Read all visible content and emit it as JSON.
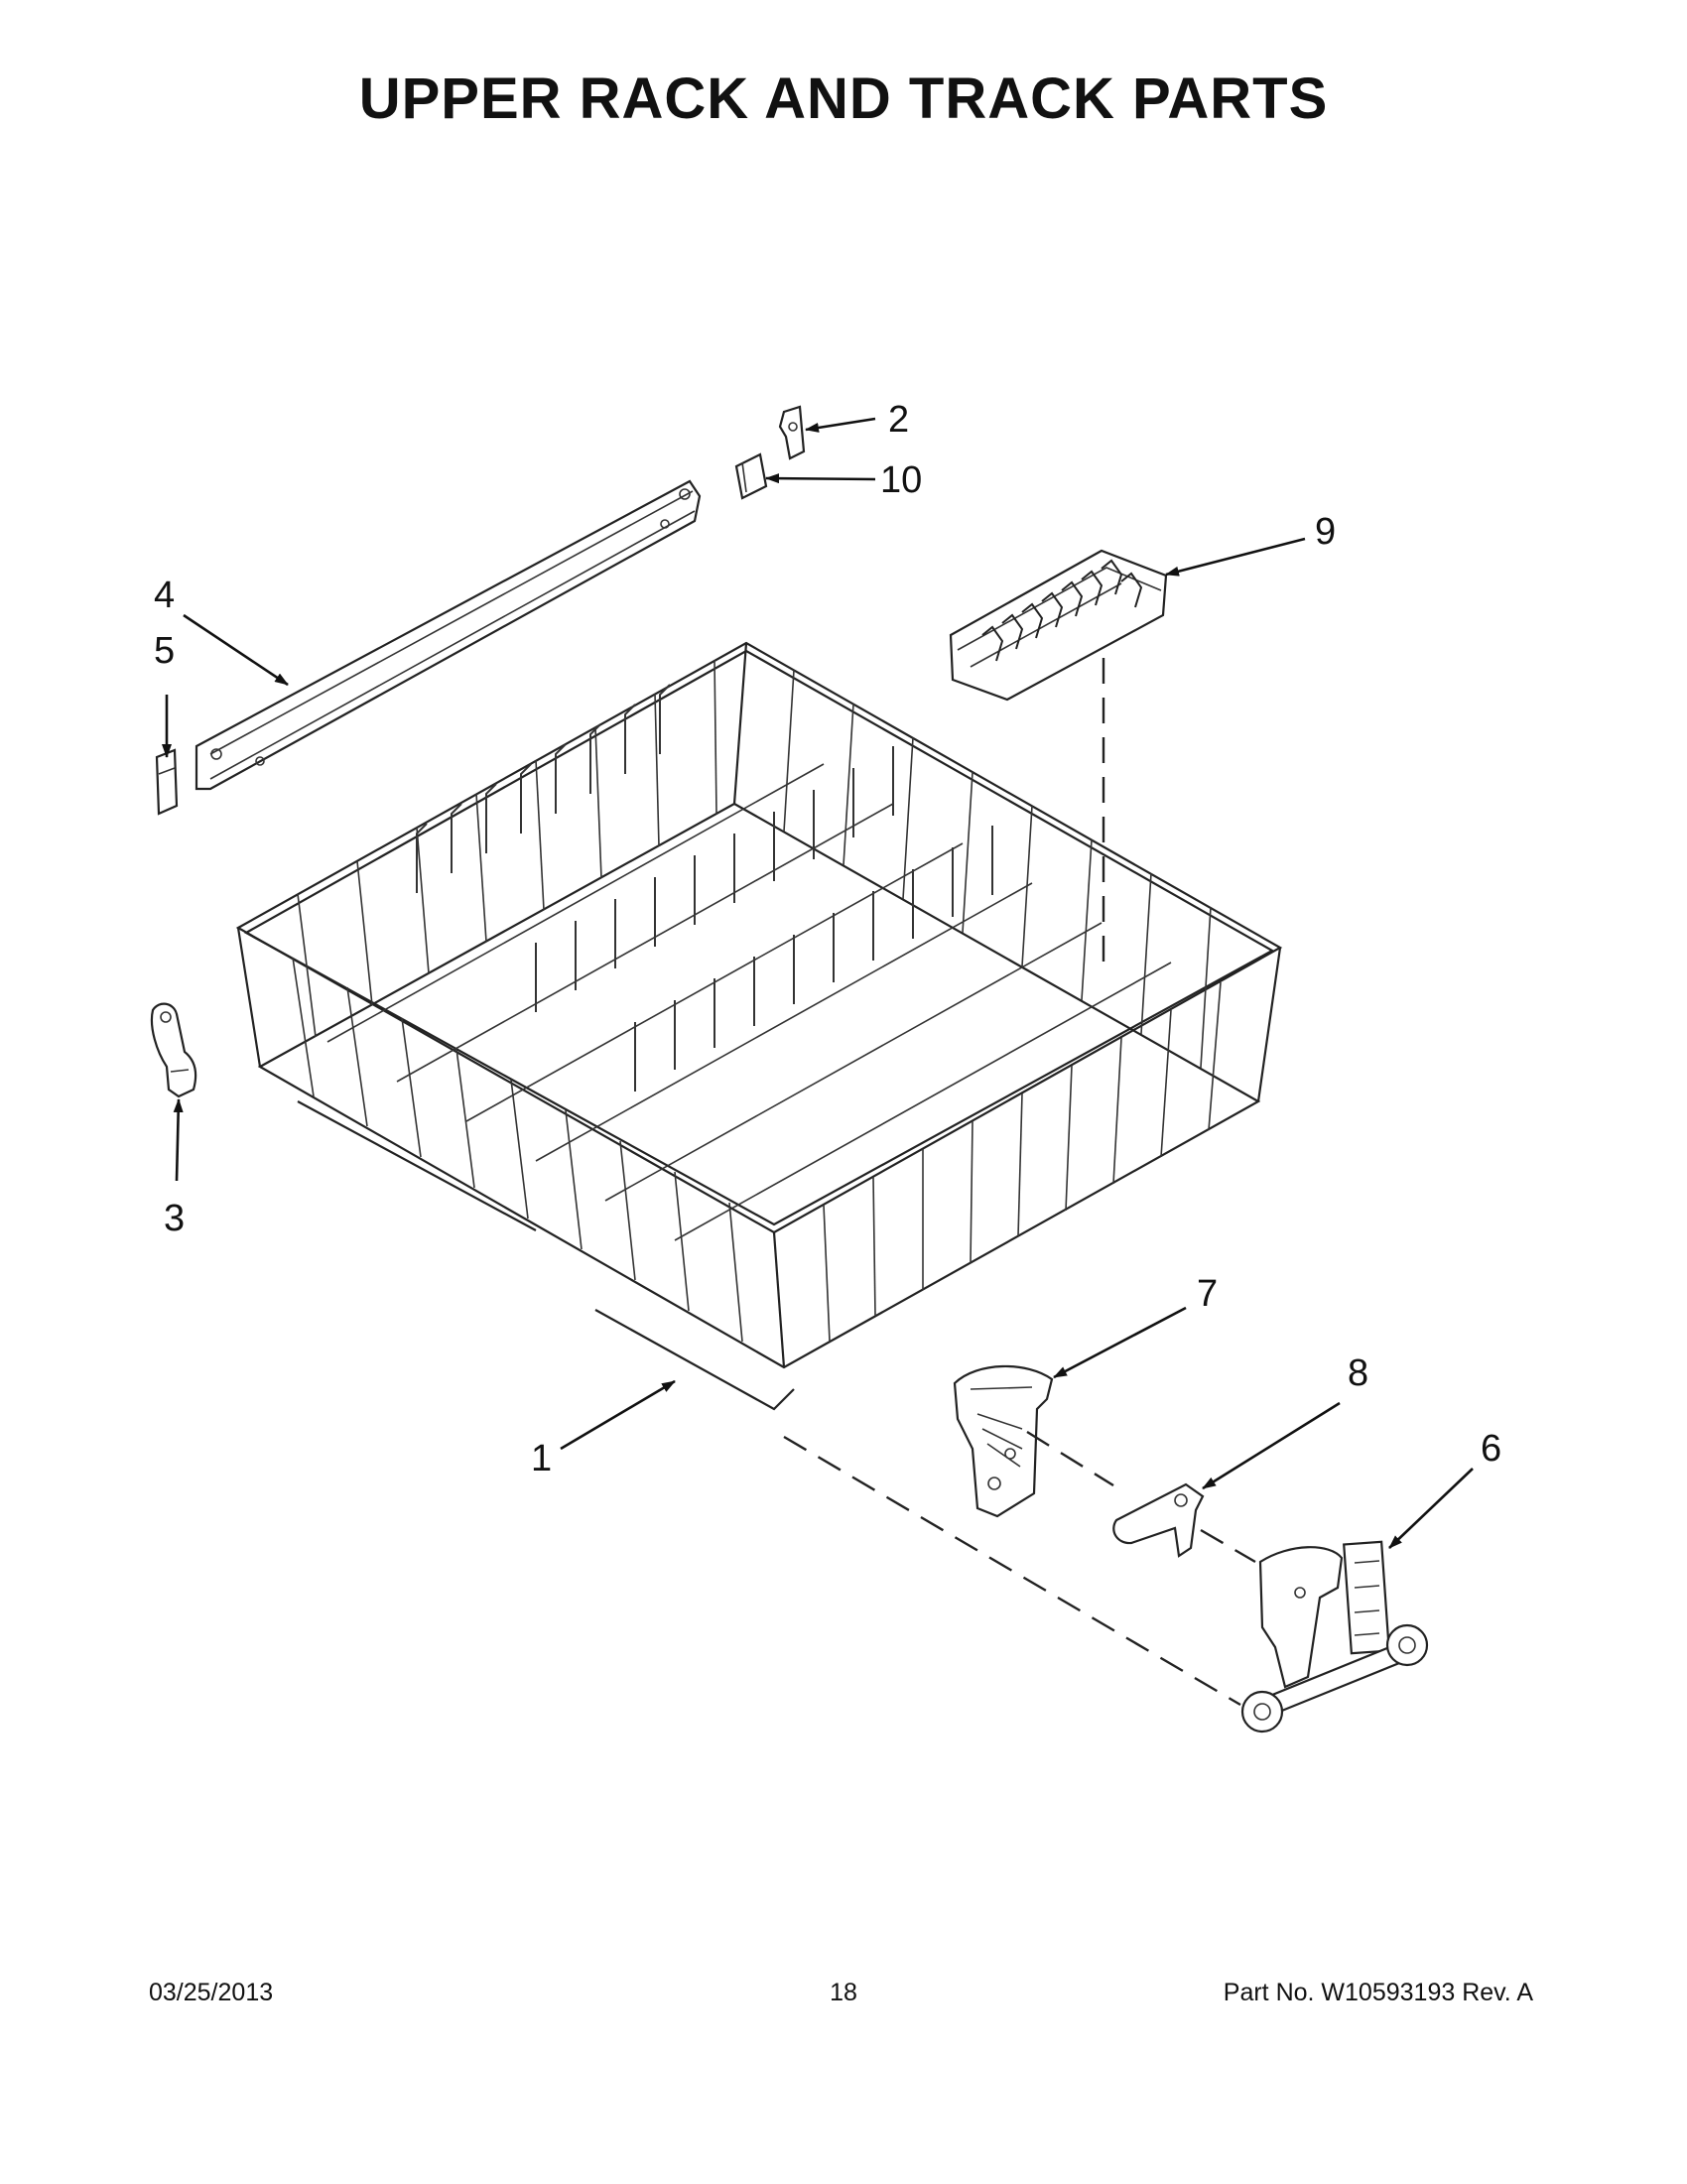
{
  "title": "UPPER RACK AND TRACK PARTS",
  "callouts": {
    "c1": "1",
    "c2": "2",
    "c3": "3",
    "c4": "4",
    "c5": "5",
    "c6": "6",
    "c7": "7",
    "c8": "8",
    "c9": "9",
    "c10": "10"
  },
  "footer": {
    "date": "03/25/2013",
    "page": "18",
    "part": "Part No.  W10593193  Rev.  A"
  }
}
